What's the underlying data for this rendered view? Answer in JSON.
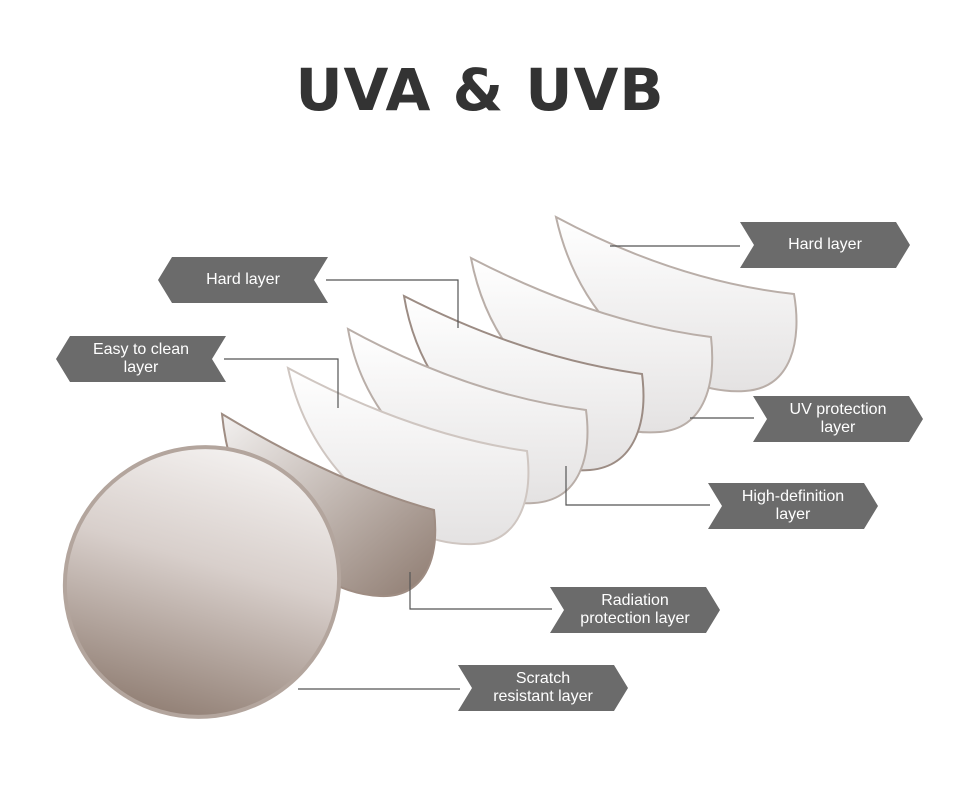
{
  "title": "UVA & UVB",
  "labels": {
    "hard_layer_left": "Hard layer",
    "easy_to_clean": "Easy to clean\nlayer",
    "hard_layer_right": "Hard layer",
    "uv_protection": "UV protection\nlayer",
    "high_definition": "High-definition\nlayer",
    "radiation_protection": "Radiation\nprotection layer",
    "scratch_resistant": "Scratch\nresistant layer"
  },
  "colors": {
    "tag": "#6b6b6b",
    "tag_text": "#ffffff",
    "title": "#333333",
    "line": "#555555",
    "lens_dark": "#7a6558",
    "lens_edge": "#b3a59d"
  }
}
